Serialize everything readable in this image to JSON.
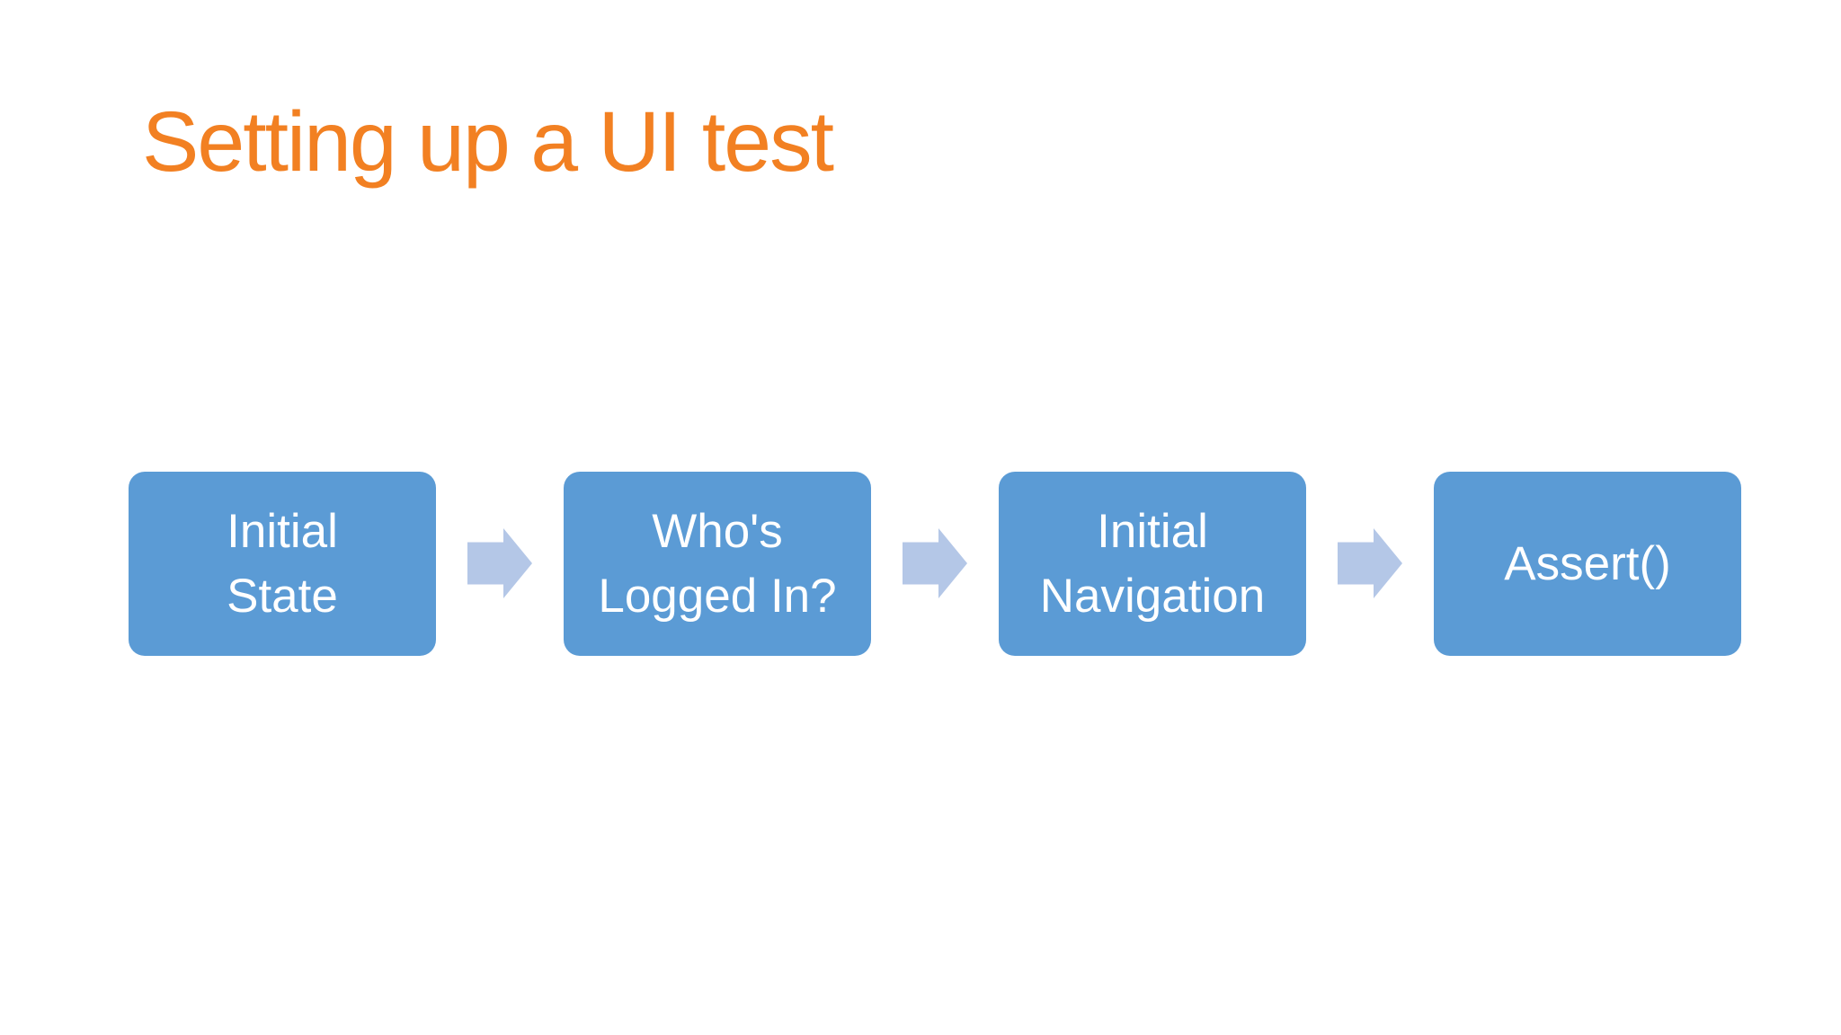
{
  "slide": {
    "title": "Setting up a UI test",
    "background_color": "#FFFFFF",
    "title_color": "#F28022"
  },
  "flow": {
    "type": "process-flow",
    "direction": "left-to-right",
    "box_fill_color": "#5B9BD5",
    "box_text_color": "#FFFFFF",
    "arrow_fill_color": "#B4C7E7",
    "arrow_icon": "right-block-arrow",
    "steps": [
      {
        "label": "Initial\nState"
      },
      {
        "label": "Who's\nLogged In?"
      },
      {
        "label": "Initial\nNavigation"
      },
      {
        "label": "Assert()"
      }
    ]
  }
}
